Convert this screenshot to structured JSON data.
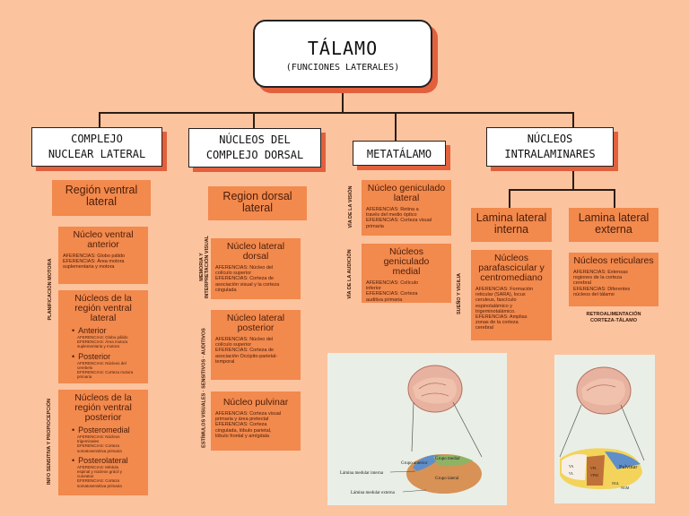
{
  "title": {
    "main": "TÁLAMO",
    "sub": "(FUNCIONES LATERALES)"
  },
  "branches": {
    "b1": "COMPLEJO\nNUCLEAR LATERAL",
    "b2": "NÚCLEOS DEL\nCOMPLEJO DORSAL",
    "b3": "METATÁLAMO",
    "b4": "NÚCLEOS\nINTRALAMINARES"
  },
  "col1": {
    "region": "Región ventral\nlateral",
    "c1": {
      "h": "Núcleo ventral\nanterior",
      "s": "AFERENCIAS: Globo pálido\nEFERENCIAS: Área motora\nsuplementaria y motora"
    },
    "c2": {
      "h": "Núcleos de la\nregión ventral\nlateral",
      "b1": "Anterior",
      "b1s": "AFERENCIAS: Globo pálido\nEFERENCIAS: Área motora\nsuplementaria y motora",
      "b2": "Posterior",
      "b2s": "AFERENCIAS: Núcleos del\ncerebelo\nEFERENCIAS: Corteza motora\nprimaria"
    },
    "c3": {
      "h": "Núcleos de la\nregión ventral\nposterior",
      "b1": "Posteromedial",
      "b1s": "AFERENCIAS: Núcleos\ntrigeminales\nEFERENCIAS: Corteza\nsomatosensitiva primaria",
      "b2": "Posterolateral",
      "b2s": "AFERENCIAS: Médula\nespinal y núcleos grácil y\ncuneatus\nEFERENCIAS: Corteza\nsomatosensitiva primaria"
    },
    "v1": "PLANIFICACIÓN MOTORA",
    "v2": "INFO SENSITIVA Y PROPIOCEPCIÓN"
  },
  "col2": {
    "region": "Region dorsal\nlateral",
    "c1": {
      "h": "Núcleo lateral\ndorsal",
      "s": "AFERENCIAS: Núcleo del\ncolículo superior\nEFERENCIAS: Corteza de\nasociación visual y la corteza\ncingulada"
    },
    "c2": {
      "h": "Núcleo lateral\nposterior",
      "s": "AFERENCIAS: Núcleo del\ncolículo superior\nEFERENCIAS: Corteza de\nasociación Occipito-parietal-\ntemporal"
    },
    "c3": {
      "h": "Núcleo pulvinar",
      "s": "AFERENCIAS: Corteza visual\nprimaria y área pretectal\nEFERENCIAS: Corteza\ncingulada, lóbulo parietal,\nlóbulo frontal y amígdala"
    },
    "v1": "MEMORIA Y\nINTERPRETACIÓN VISUAL",
    "v2": "ESTÍMULOS VISUALES · SENSITIVOS · AUDITIVOS"
  },
  "col3": {
    "c1": {
      "h": "Núcleo geniculado\nlateral",
      "s": "AFERENCIAS: Retina a\ntravés del medio óptico\nEFERENCIAS: Corteza visual\nprimaria"
    },
    "c2": {
      "h": "Núcleos geniculado\nmedial",
      "s": "AFERENCIAS: Colículo\ninferior\nEFERENCIAS: Corteza\nauditiva primaria"
    },
    "v1": "VÍA DE LA VISIÓN",
    "v2": "VÍA DE LA AUDICIÓN"
  },
  "col4": {
    "r1": "Lamina lateral\ninterna",
    "r2": "Lamina lateral\nexterna",
    "c1": {
      "h": "Núcleos\nparafascicular y\ncentromediano",
      "s": "AFERENCIAS: Formación\nreticular (SARA), locus\nceruleus, fascículo\nespinotalámico y\ntrigeminotalámico.\nEFERENCIAS: Amplias\nzonas de la corteza\ncerebral"
    },
    "c2": {
      "h": "Núcleos reticulares",
      "s": "AFERENCIAS: Extensas\nregiones de la corteza\ncerebral\nEFERENCIAS: Diferentes\nnúcleos del tálamo"
    },
    "v1": "SUEÑO Y VIGILIA",
    "feedback": "RETROALIMENTACIÓN\nCORTEZA-TÁLAMO"
  },
  "figure1": {
    "l1": "Grupo anterior",
    "l2": "Grupo medial",
    "l3": "Lámina medular interna",
    "l4": "Grupo lateral",
    "l5": "Lámina medular externa"
  },
  "figure2": {
    "l1": "Pulvinar",
    "l2": "VA",
    "l3": "VL",
    "l4": "VPL",
    "l5": "VPM",
    "l6": "NGL",
    "l7": "NGM"
  },
  "colors": {
    "background": "#fcc39f",
    "box": "#f2894d",
    "shadow": "#e2603c"
  }
}
